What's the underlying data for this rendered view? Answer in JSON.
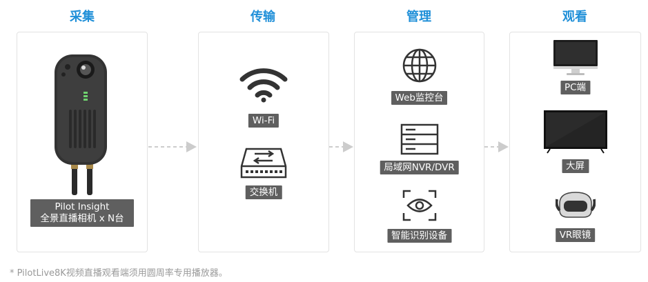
{
  "columns": [
    {
      "title": "采集"
    },
    {
      "title": "传输"
    },
    {
      "title": "管理"
    },
    {
      "title": "观看"
    }
  ],
  "capture": {
    "label_line1": "Pilot Insight",
    "label_line2": "全景直播相机 x N台"
  },
  "transmit": {
    "items": [
      {
        "label": "Wi-Fi",
        "icon": "wifi-icon"
      },
      {
        "label": "交换机",
        "icon": "switch-icon"
      }
    ]
  },
  "manage": {
    "items": [
      {
        "label": "Web监控台",
        "icon": "globe-icon"
      },
      {
        "label": "局域网NVR/DVR",
        "icon": "server-icon"
      },
      {
        "label": "智能识别设备",
        "icon": "eye-scan-icon"
      }
    ]
  },
  "view": {
    "items": [
      {
        "label": "PC端",
        "icon": "monitor-icon"
      },
      {
        "label": "大屏",
        "icon": "tv-icon"
      },
      {
        "label": "VR眼镜",
        "icon": "vr-headset-icon"
      }
    ]
  },
  "footnote": "* PilotLive8K视频直播观看端须用圆周率专用播放器。",
  "colors": {
    "title": "#1f8fd8",
    "label_bg": "#5f5f5f",
    "arrow": "#cccccc"
  }
}
